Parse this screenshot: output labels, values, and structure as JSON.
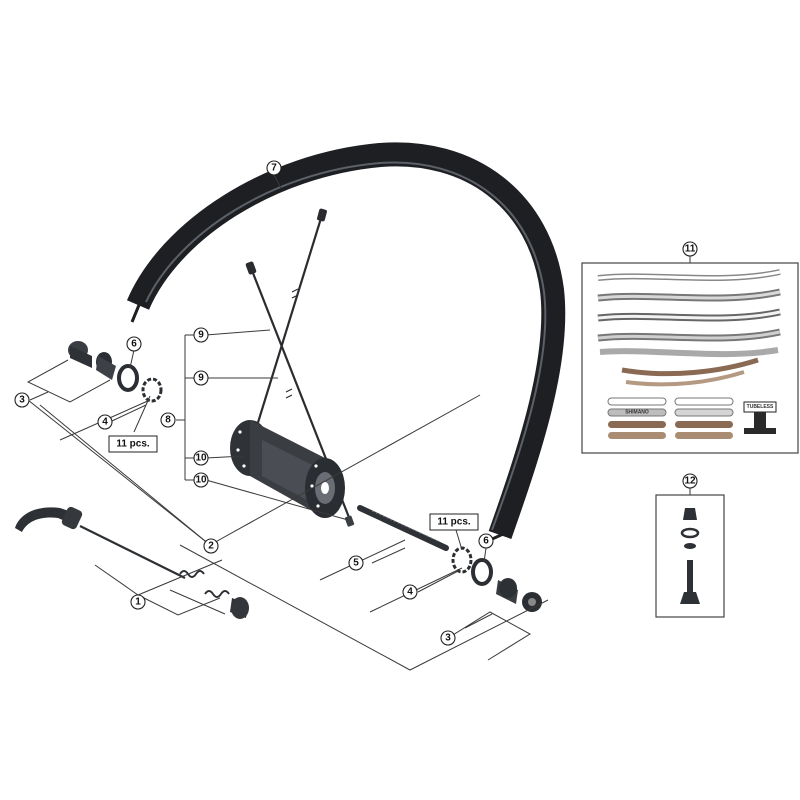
{
  "callouts": {
    "c1": "1",
    "c2": "2",
    "c3a": "3",
    "c3b": "3",
    "c4a": "4",
    "c4b": "4",
    "c5": "5",
    "c6a": "6",
    "c6b": "6",
    "c7": "7",
    "c8": "8",
    "c9a": "9",
    "c9b": "9",
    "c10a": "10",
    "c10b": "10",
    "c11": "11",
    "c12": "12"
  },
  "quantity_labels": {
    "left": "11 pcs.",
    "right": "11 pcs."
  },
  "sticker_labels": {
    "brand": "SHIMANO",
    "badge": "TUBELESS"
  },
  "colors": {
    "rim": "#2d3035",
    "hub": "#33363b",
    "line": "#3a3a3a"
  }
}
